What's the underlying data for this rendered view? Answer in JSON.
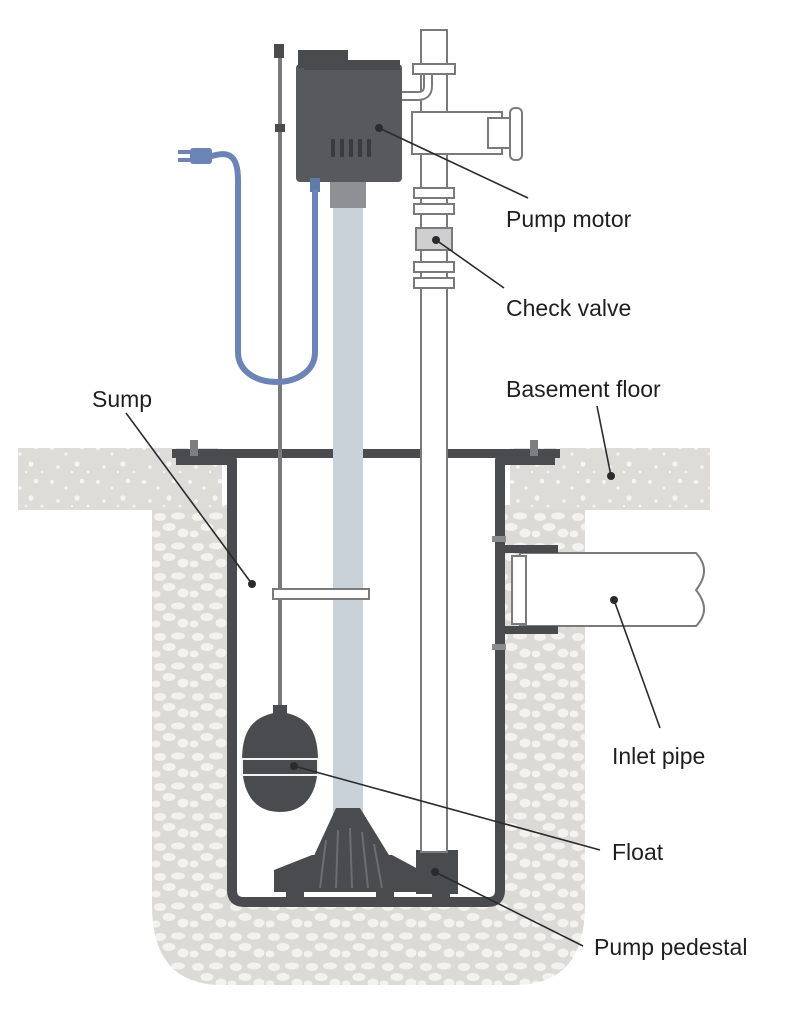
{
  "labels": {
    "pump_motor": "Pump motor",
    "check_valve": "Check valve",
    "basement_floor": "Basement floor",
    "sump": "Sump",
    "inlet_pipe": "Inlet pipe",
    "float": "Float",
    "pump_pedestal": "Pump pedestal"
  },
  "colors": {
    "gravel_fill": "#dcdad6",
    "gravel_stone": "#f3f2ef",
    "concrete": "#dedcd8",
    "pit_wall": "#4a4b4e",
    "motor": "#58595c",
    "column": "#c9d1d9",
    "cord": "#6b84b5",
    "pipe_outline": "#7a7a7a",
    "label_text": "#1f1f1f",
    "leader_line": "#2b2b2b"
  }
}
